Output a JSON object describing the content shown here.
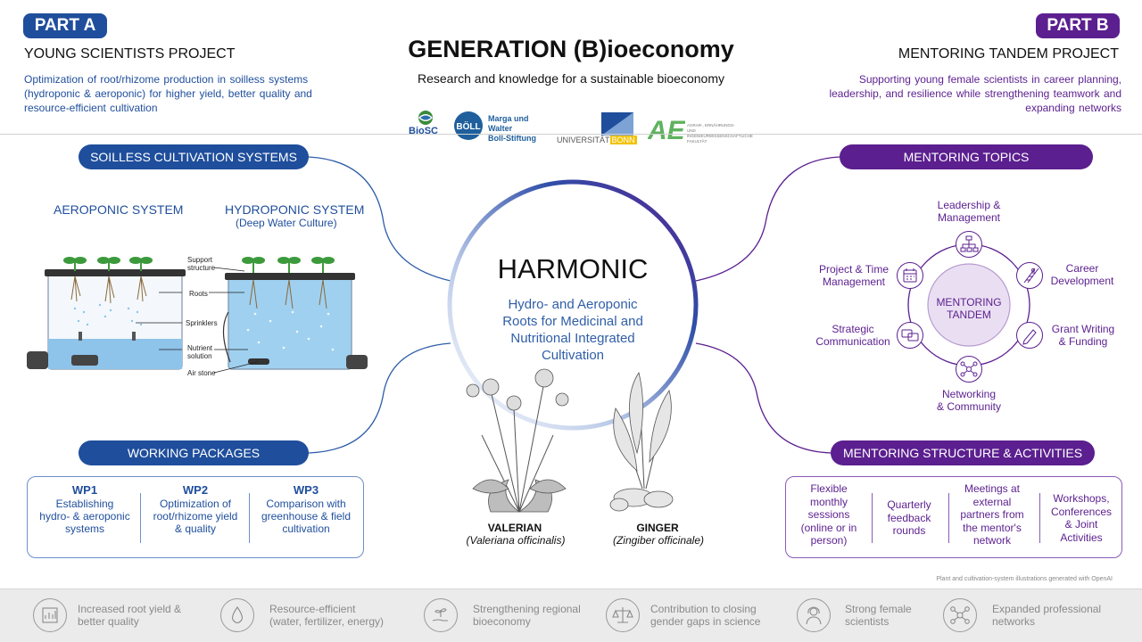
{
  "header": {
    "part_a": "PART A",
    "part_a_title": "YOUNG SCIENTISTS PROJECT",
    "part_a_desc_1": "Optimization of root/rhizome production in soilless systems",
    "part_a_desc_2": "(hydroponic & aeroponic) for higher yield, better quality and",
    "part_a_desc_3": "resource-efficient cultivation",
    "title": "GENERATION (B)ioeconomy",
    "subtitle": "Research and knowledge for a sustainable bioeconomy",
    "part_b": "PART B",
    "part_b_title": "MENTORING TANDEM PROJECT",
    "part_b_desc_1": "Supporting young female scientists in career planning,",
    "part_b_desc_2": "leadership, and resilience while strengthening teamwork and",
    "part_b_desc_3": "expanding networks"
  },
  "logos": {
    "biosc": "BioSC",
    "boll_1": "Marga und Walter",
    "boll_2": "Boll-Stiftung",
    "bonn_1": "UNIVERSITÄT",
    "bonn_2": "BONN",
    "agf": "AGRAR-, ERNÄHRUNGS- UND INGENIEURWISSENSCHAFTLICHE FAKULTÄT"
  },
  "left": {
    "soilless_title": "SOILLESS CULTIVATION SYSTEMS",
    "aeroponic": "AEROPONIC SYSTEM",
    "hydroponic": "HYDROPONIC SYSTEM",
    "hydroponic_sub": "(Deep Water Culture)",
    "labels": {
      "support_1": "Support",
      "support_2": "structure",
      "roots": "Roots",
      "sprinklers": "Sprinklers",
      "nutrient_1": "Nutrient",
      "nutrient_2": "solution",
      "airstone": "Air stone"
    },
    "wp_title": "WORKING PACKAGES",
    "wp": [
      {
        "id": "WP1",
        "l1": "Establishing",
        "l2": "hydro- & aeroponic",
        "l3": "systems"
      },
      {
        "id": "WP2",
        "l1": "Optimization of",
        "l2": "root/rhizome yield",
        "l3": "& quality"
      },
      {
        "id": "WP3",
        "l1": "Comparison with",
        "l2": "greenhouse & field",
        "l3": "cultivation"
      }
    ]
  },
  "center": {
    "harmonic": "HARMONIC",
    "desc_1": "Hydro- and Aeroponic",
    "desc_2": "Roots for Medicinal and",
    "desc_3": "Nutritional Integrated",
    "desc_4": "Cultivation",
    "valerian": "VALERIAN",
    "valerian_latin": "(Valeriana officinalis)",
    "ginger": "GINGER",
    "ginger_latin": "(Zingiber officinale)"
  },
  "right": {
    "topics_title": "MENTORING TOPICS",
    "center_1": "MENTORING",
    "center_2": "TANDEM",
    "topics": {
      "leadership_1": "Leadership &",
      "leadership_2": "Management",
      "career_1": "Career",
      "career_2": "Development",
      "grant_1": "Grant Writing",
      "grant_2": "& Funding",
      "network_1": "Networking",
      "network_2": "& Community",
      "strategic_1": "Strategic",
      "strategic_2": "Communication",
      "project_1": "Project & Time",
      "project_2": "Management"
    },
    "structure_title": "MENTORING STRUCTURE & ACTIVITIES",
    "structure": {
      "c1": [
        "Flexible",
        "monthly",
        "sessions",
        "(online or in",
        "person)"
      ],
      "c2": [
        "Quarterly",
        "feedback",
        "rounds"
      ],
      "c3": [
        "Meetings at",
        "external",
        "partners from",
        "the mentor's",
        "network"
      ],
      "c4": [
        "Workshops,",
        "Conferences",
        "& Joint",
        "Activities"
      ]
    }
  },
  "credit": "Plant and cultivation-system illustrations generated with OpenAI",
  "footer": [
    {
      "icon": "bar-chart-icon",
      "l1": "Increased root yield &",
      "l2": "better quality"
    },
    {
      "icon": "water-drop-icon",
      "l1": "Resource-efficient",
      "l2": "(water, fertilizer, energy)"
    },
    {
      "icon": "hand-plant-icon",
      "l1": "Strengthening regional",
      "l2": "bioeconomy"
    },
    {
      "icon": "scale-icon",
      "l1": "Contribution to closing",
      "l2": "gender gaps in science"
    },
    {
      "icon": "female-scientist-icon",
      "l1": "Strong female",
      "l2": "scientists"
    },
    {
      "icon": "network-icon",
      "l1": "Expanded professional",
      "l2": "networks"
    }
  ],
  "colors": {
    "blue": "#1f4e9c",
    "purple": "#5b1f8f"
  }
}
